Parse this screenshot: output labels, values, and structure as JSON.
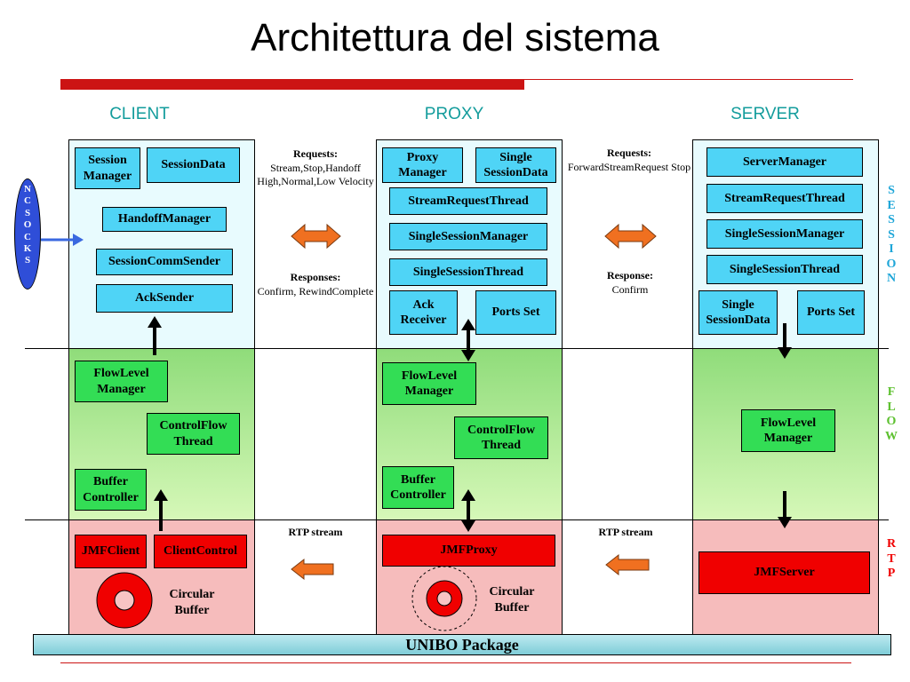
{
  "title": "Architettura del sistema",
  "columns": {
    "client": "CLIENT",
    "proxy": "PROXY",
    "server": "SERVER"
  },
  "layer_labels": {
    "session": "SESSION",
    "flow": "FLOW",
    "rtp": "RTP"
  },
  "ncsocks": "NCSOCKS",
  "client": {
    "session_manager": "Session Manager",
    "session_data": "SessionData",
    "handoff_manager": "HandoffManager",
    "session_comm_sender": "SessionCommSender",
    "ack_sender": "AckSender",
    "flow_level_manager": "FlowLevel Manager",
    "control_flow_thread": "ControlFlow Thread",
    "buffer_controller": "Buffer Controller",
    "jmf_client": "JMFClient",
    "client_control": "ClientControl",
    "circular_buffer": "Circular Buffer"
  },
  "proxy": {
    "proxy_manager": "Proxy Manager",
    "single_session_data": "Single SessionData",
    "stream_request_thread": "StreamRequestThread",
    "single_session_manager": "SingleSessionManager",
    "single_session_thread": "SingleSessionThread",
    "ack_receiver": "Ack Receiver",
    "ports_set": "Ports Set",
    "flow_level_manager": "FlowLevel Manager",
    "control_flow_thread": "ControlFlow Thread",
    "buffer_controller": "Buffer Controller",
    "jmf_proxy": "JMFProxy",
    "circular_buffer": "Circular Buffer"
  },
  "server": {
    "server_manager": "ServerManager",
    "stream_request_thread": "StreamRequestThread",
    "single_session_manager": "SingleSessionManager",
    "single_session_thread": "SingleSessionThread",
    "single_session_data": "Single SessionData",
    "ports_set": "Ports Set",
    "flow_level_manager": "FlowLevel Manager",
    "jmf_server": "JMFServer"
  },
  "client_proxy_notes": {
    "requests_title": "Requests:",
    "requests_text": "Stream,Stop,Handoff High,Normal,Low Velocity",
    "responses_title": "Responses:",
    "responses_text": "Confirm, RewindComplete",
    "rtp": "RTP stream"
  },
  "proxy_server_notes": {
    "requests_title": "Requests:",
    "requests_text": "ForwardStreamRequest Stop",
    "response_title": "Response:",
    "response_text": "Confirm",
    "rtp": "RTP stream"
  },
  "package": "UNIBO Package",
  "colors": {
    "session_bg": "#e8fbfe",
    "flow_bg": "#b4ee96",
    "rtp_bg": "#f6bcbc",
    "cyan_box": "#4fd4f6",
    "green_box": "#33dd55",
    "red_box": "#f00000",
    "orange_arrow": "#f07020",
    "accent_red": "#cc1414",
    "heading_teal": "#139c9c"
  }
}
